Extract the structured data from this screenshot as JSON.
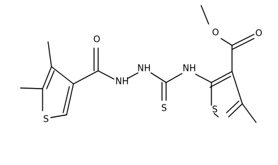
{
  "molecule": {
    "atom_labels": {
      "o_carbonyl_left": "O",
      "nh_1": "NH",
      "nh_2": "NH",
      "nh_3": "NH",
      "s_thione": "S",
      "s_ring_left": "S",
      "s_ring_right": "S",
      "o_carbonyl_ester": "O",
      "o_ester_ether": "O"
    },
    "colors": {
      "bond": "#000000",
      "label": "#000000",
      "background": "#ffffff"
    }
  }
}
